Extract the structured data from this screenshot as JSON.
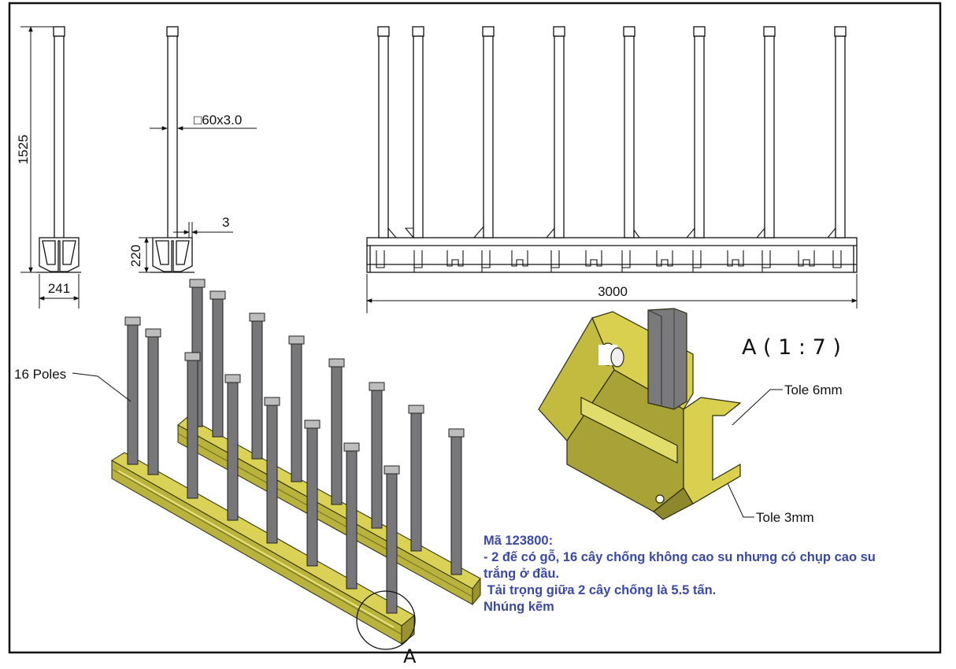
{
  "dimensions": {
    "height": "1525",
    "base_width": "241",
    "tube_section": "□60x3.0",
    "wall_thickness": "3",
    "base_height": "220",
    "length": "3000"
  },
  "labels": {
    "poles": "16 Poles",
    "detail_title": "A ( 1 : 7 )",
    "detail_marker": "A",
    "plate_thick": "Tole 6mm",
    "plate_thin": "Tole 3mm"
  },
  "notes": [
    "Mã 123800:",
    "- 2 đế có gỗ, 16 cây chống không cao su nhưng có chụp cao su",
    "trắng ở đầu.",
    " Tải trọng giữa 2 cây chống là 5.5 tấn.",
    "Nhúng kẽm"
  ],
  "colors": {
    "frame": "#111111",
    "note_text": "#3a49a6",
    "base_yellow": "#c9c24a",
    "pole_gray": "#77777a"
  }
}
